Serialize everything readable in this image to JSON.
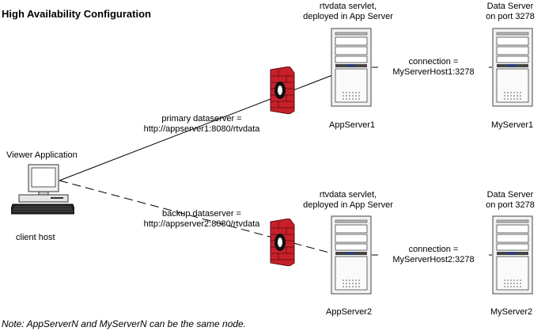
{
  "title": "High Availability Configuration",
  "note": "Note: AppServerN and MyServerN can be the same node.",
  "client": {
    "label": "Viewer Application",
    "host_label": "client host"
  },
  "primary": {
    "link_line1": "primary dataserver =",
    "link_line2": "http://appserver1:8080/rtvdata",
    "servlet_line1": "rtvdata servlet,",
    "servlet_line2": "deployed in App Server",
    "app_server": "AppServer1",
    "connection_line1": "connection =",
    "connection_line2": "MyServerHost1:3278",
    "data_server_line1": "Data Server",
    "data_server_line2": "on port 3278",
    "my_server": "MyServer1"
  },
  "backup": {
    "link_line1": "backup dataserver =",
    "link_line2": "http://appserver2:8080/rtvdata",
    "servlet_line1": "rtvdata servlet,",
    "servlet_line2": "deployed in App Server",
    "app_server": "AppServer2",
    "connection_line1": "connection =",
    "connection_line2": "MyServerHost2:3278",
    "data_server_line1": "Data Server",
    "data_server_line2": "on port 3278",
    "my_server": "MyServer2"
  },
  "icons": [
    "computer-icon",
    "firewall-icon",
    "server-tower-icon"
  ],
  "colors": {
    "firewall_red": "#c8202a",
    "firewall_dark": "#5a0c10",
    "server_body": "#f2f2f2",
    "server_outline": "#444444",
    "drive_blue": "#1f3d8c",
    "line": "#000000"
  }
}
